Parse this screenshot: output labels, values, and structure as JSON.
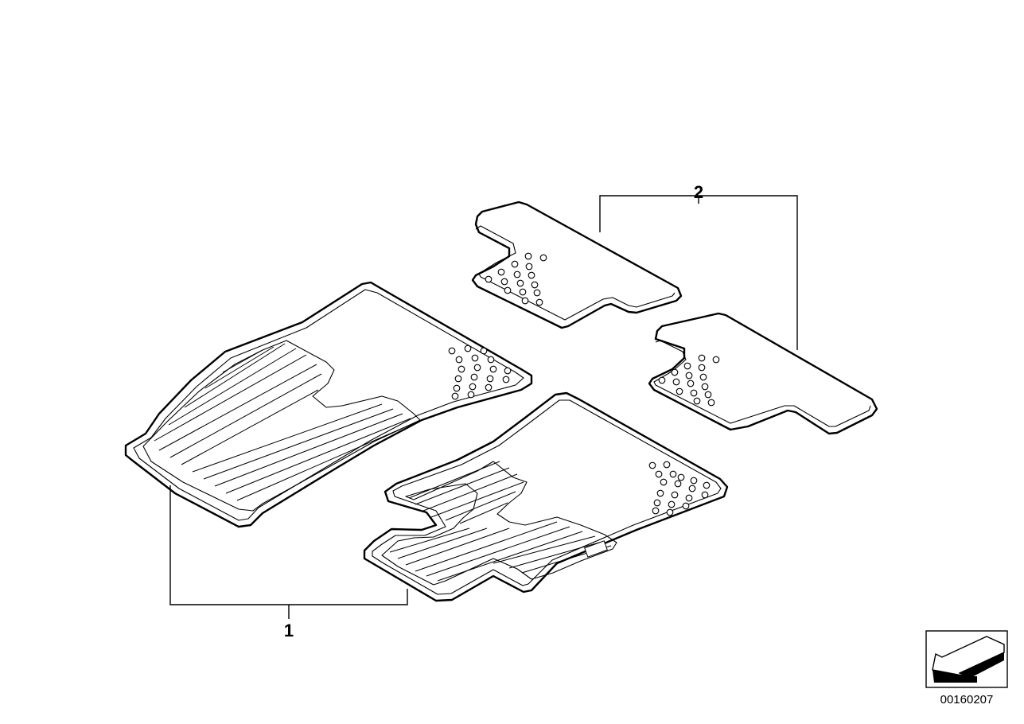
{
  "callouts": {
    "part_1": "1",
    "part_2": "2"
  },
  "diagram_number": "00160207",
  "orientation_icon": "front-direction-arrow-icon"
}
